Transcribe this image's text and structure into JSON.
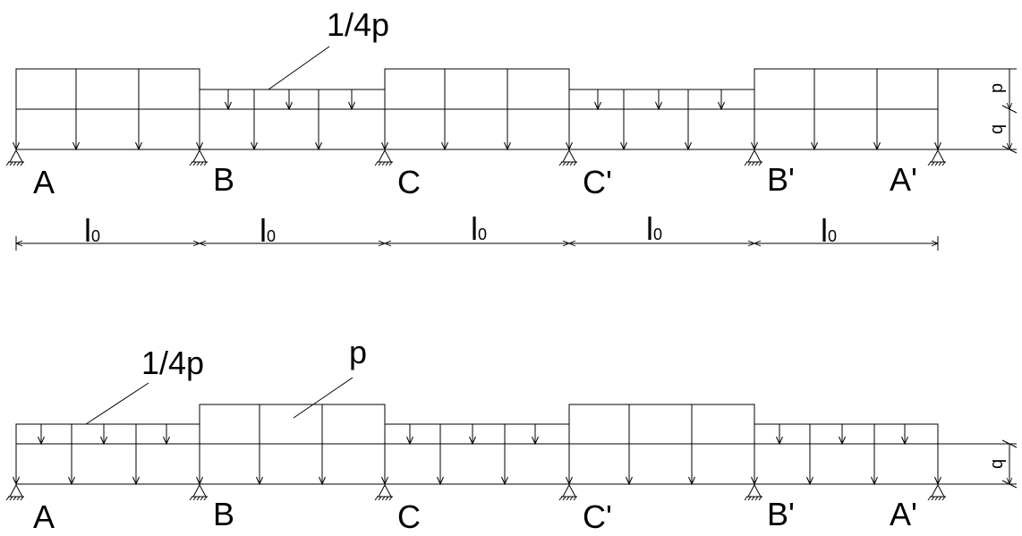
{
  "top_diagram": {
    "pattern_label": "1/4p",
    "supports": [
      "A",
      "B",
      "C",
      "C'",
      "B'",
      "A'"
    ],
    "span_label": "l",
    "span_label_sub": "0",
    "dim_p": "p",
    "dim_q": "q"
  },
  "bottom_diagram": {
    "pattern_label_quarter": "1/4p",
    "pattern_label_full": "p",
    "supports": [
      "A",
      "B",
      "C",
      "C'",
      "B'",
      "A'"
    ],
    "dim_q": "q"
  }
}
